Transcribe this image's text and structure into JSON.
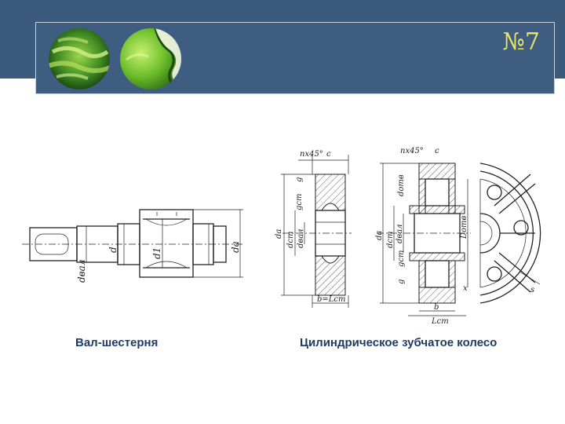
{
  "slide": {
    "number": "№7"
  },
  "captions": {
    "left": "Вал-шестерня",
    "right": "Цилиндрическое зубчатое колесо"
  },
  "shaft_labels": {
    "d_val": "dвал",
    "d": "d",
    "d1": "d1",
    "da": "da"
  },
  "gear1_labels": {
    "chamfer": "nx45°",
    "c": "c",
    "g": "g",
    "g_cm": "gcm",
    "d_vbl": "dвал",
    "d_cm": "dcm",
    "da": "da",
    "b": "b=Lcm"
  },
  "gear2_labels": {
    "chamfer": "nx45°",
    "c": "c",
    "d_omv": "dотв",
    "g_cm": "gcm",
    "d_vbl": "dвал",
    "d_cm": "dcm",
    "g": "g",
    "b": "b",
    "l_cm": "Lcm",
    "d_omv2": "Dотв",
    "x": "x",
    "s": "s",
    "da": "da"
  },
  "colors": {
    "header": "#3f5d80",
    "band": "#3c5a7c",
    "number": "#e8e66a",
    "caption": "#1f3a66"
  }
}
